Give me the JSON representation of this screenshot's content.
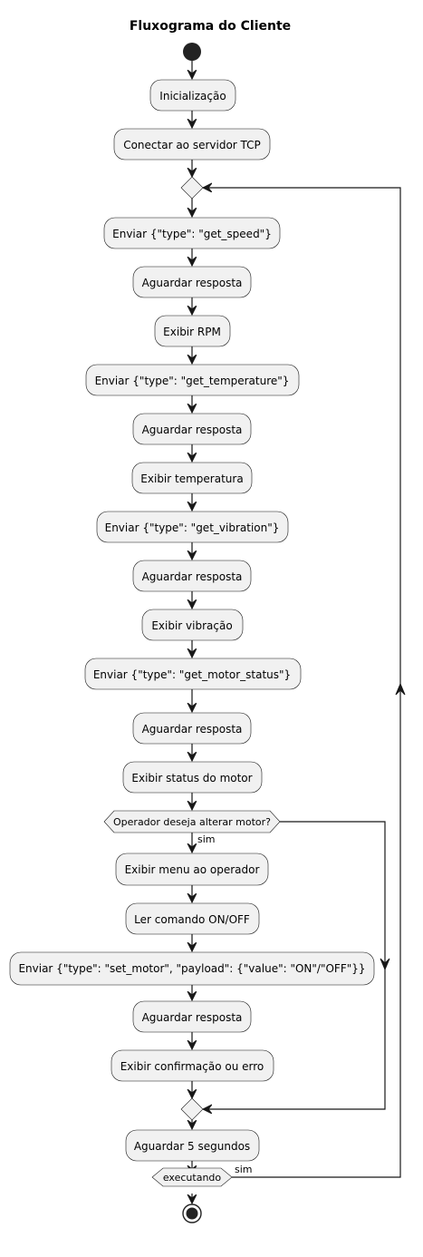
{
  "title": "Fluxograma do Cliente",
  "steps": {
    "init": "Inicialização",
    "connect": "Conectar ao servidor TCP",
    "send_speed": "Enviar {\"type\": \"get_speed\"}",
    "wait1": "Aguardar resposta",
    "show_rpm": "Exibir RPM",
    "send_temp": "Enviar {\"type\": \"get_temperature\"}",
    "wait2": "Aguardar resposta",
    "show_temp": "Exibir temperatura",
    "send_vib": "Enviar {\"type\": \"get_vibration\"}",
    "wait3": "Aguardar resposta",
    "show_vib": "Exibir vibração",
    "send_status": "Enviar {\"type\": \"get_motor_status\"}",
    "wait4": "Aguardar resposta",
    "show_status": "Exibir status do motor",
    "show_menu": "Exibir menu ao operador",
    "read_cmd": "Ler comando ON/OFF",
    "send_set": "Enviar {\"type\": \"set_motor\", \"payload\": {\"value\": \"ON\"/\"OFF\"}}",
    "wait5": "Aguardar resposta",
    "show_confirm": "Exibir confirmação ou erro",
    "wait_5s": "Aguardar 5 segundos"
  },
  "decisions": {
    "operator_question": "Operador deseja alterar motor?",
    "operator_yes": "sim",
    "loop_condition": "executando",
    "loop_yes": "sim"
  }
}
